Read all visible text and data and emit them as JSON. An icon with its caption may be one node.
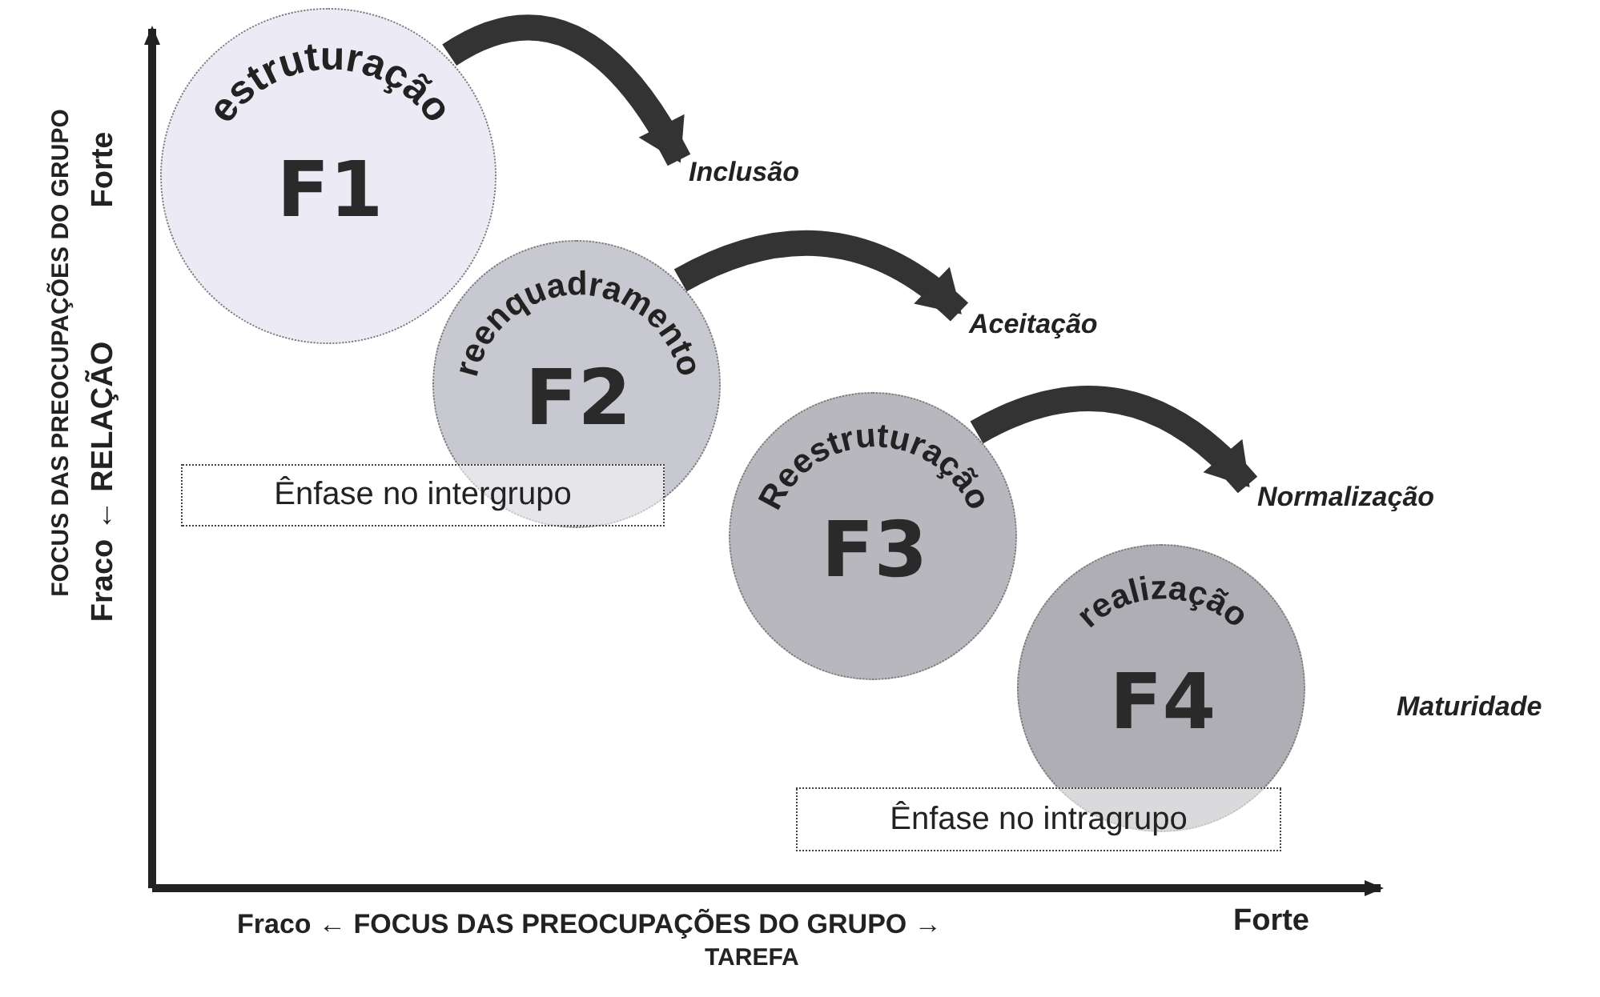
{
  "diagram": {
    "nodes": [
      {
        "text": [
          "estruturação",
          "F1"
        ]
      },
      {
        "text": [
          "reenquadramento",
          "F2"
        ]
      },
      {
        "text": [
          "Reestruturação",
          "F3"
        ]
      },
      {
        "text": [
          "realização",
          "F4"
        ]
      },
      {
        "text": [
          "Inclusão"
        ]
      },
      {
        "text": [
          "Aceitação"
        ]
      },
      {
        "text": [
          "Normalização"
        ]
      },
      {
        "text": [
          "Ênfase no intergrupo"
        ]
      },
      {
        "text": [
          "Ênfase no intragrupo"
        ]
      }
    ],
    "edges": [
      {
        "from": 0,
        "to": 4,
        "arrow": "to"
      },
      {
        "from": 1,
        "to": 5,
        "arrow": "to"
      },
      {
        "from": 2,
        "to": 6,
        "arrow": "to"
      }
    ],
    "labels": [
      "FOCUS DAS PREOCUPAÇÕES DO GRUPO",
      "Fraco ← RELAÇÃO",
      "Forte",
      "Maturidade",
      "Fraco ← FOCUS DAS PREOCUPAÇÕES DO GRUPO →",
      "Forte",
      "TAREFA"
    ]
  }
}
